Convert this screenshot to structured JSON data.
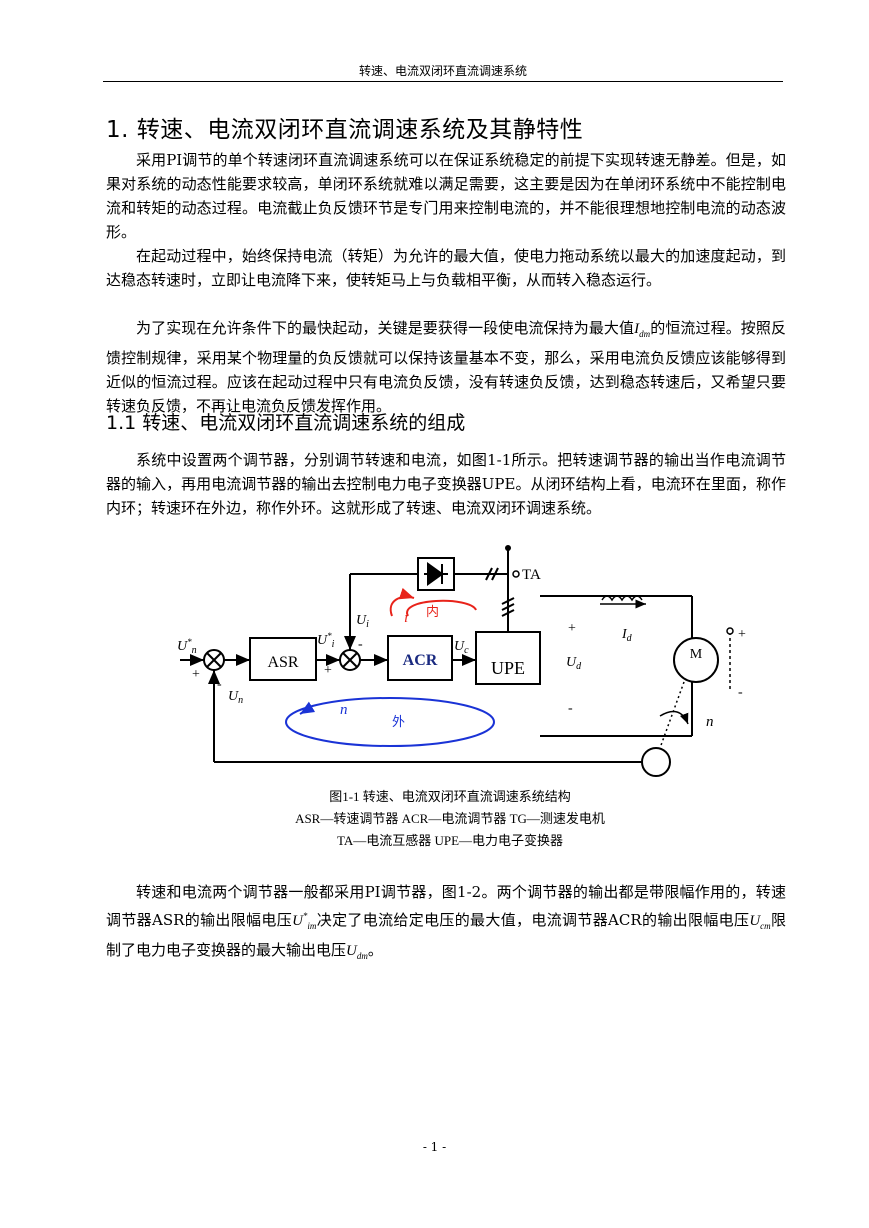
{
  "header": {
    "title": "转速、电流双闭环直流调速系统"
  },
  "section1": {
    "title": "1.  转速、电流双闭环直流调速系统及其静特性",
    "p1": "采用PI调节的单个转速闭环直流调速系统可以在保证系统稳定的前提下实现转速无静差。但是，如果对系统的动态性能要求较高，单闭环系统就难以满足需要，这主要是因为在单闭环系统中不能控制电流和转矩的动态过程。电流截止负反馈环节是专门用来控制电流的，并不能很理想地控制电流的动态波形。",
    "p2": "在起动过程中，始终保持电流（转矩）为允许的最大值，使电力拖动系统以最大的加速度起动，到达稳态转速时，立即让电流降下来，使转矩马上与负载相平衡，从而转入稳态运行。",
    "p3_a": "为了实现在允许条件下的最快起动，关键是要获得一段使电流保持为最大值",
    "p3_sym": "I",
    "p3_sub": "dm",
    "p3_b": "的恒流过程。按照反馈控制规律，采用某个物理量的负反馈就可以保持该量基本不变，那么，采用电流负反馈应该能够得到近似的恒流过程。应该在起动过程中只有电流负反馈，没有转速负反馈，达到稳态转速后，又希望只要转速负反馈，不再让电流负反馈发挥作用。"
  },
  "section11": {
    "title": "1.1 转速、电流双闭环直流调速系统的组成",
    "p1": "系统中设置两个调节器，分别调节转速和电流，如图1-1所示。把转速调节器的输出当作电流调节器的输入，再用电流调节器的输出去控制电力电子变换器UPE。从闭环结构上看，电流环在里面，称作内环；转速环在外边，称作外环。这就形成了转速、电流双闭环调速系统。"
  },
  "diagram": {
    "asr": "ASR",
    "acr": "ACR",
    "upe": "UPE",
    "motor": "M",
    "ta": "TA",
    "un_star": "U",
    "un_star_sup": "*",
    "un_star_sub": "n",
    "ui_star": "U",
    "ui_star_sup": "*",
    "ui_star_sub": "i",
    "ui": "U",
    "ui_sub": "i",
    "uc": "U",
    "uc_sub": "c",
    "ud": "U",
    "ud_sub": "d",
    "id": "I",
    "id_sub": "d",
    "un": "U",
    "un_sub": "n",
    "plus": "+",
    "minus": "-",
    "inner_sym": "i",
    "inner_label": "内",
    "outer_sym": "n",
    "outer_label": "外",
    "speed": "n",
    "colors": {
      "inner_loop": "#e8231a",
      "outer_loop": "#1a33d6",
      "acr_text": "#1a2a80"
    }
  },
  "figure": {
    "caption": "图1-1  转速、电流双闭环直流调速系统结构",
    "legend1": "ASR—转速调节器    ACR—电流调节器    TG—测速发电机",
    "legend2": "TA—电流互感器        UPE—电力电子变换器"
  },
  "section_after": {
    "p1_a": "转速和电流两个调节器一般都采用PI调节器，图1-2。两个调节器的输出都是带限幅作用的，转速调节器ASR的输出限幅电压",
    "s1": "U",
    "s1_sup": "*",
    "s1_sub": "im",
    "p1_b": "决定了电流给定电压的最大值，电流调节器ACR的输出限幅电压",
    "s2": "U",
    "s2_sub": "cm",
    "p1_c": "限制了电力电子变换器的最大输出电压",
    "s3": "U",
    "s3_sub": "dm",
    "p1_d": "。"
  },
  "footer": {
    "page": "- 1 -"
  }
}
